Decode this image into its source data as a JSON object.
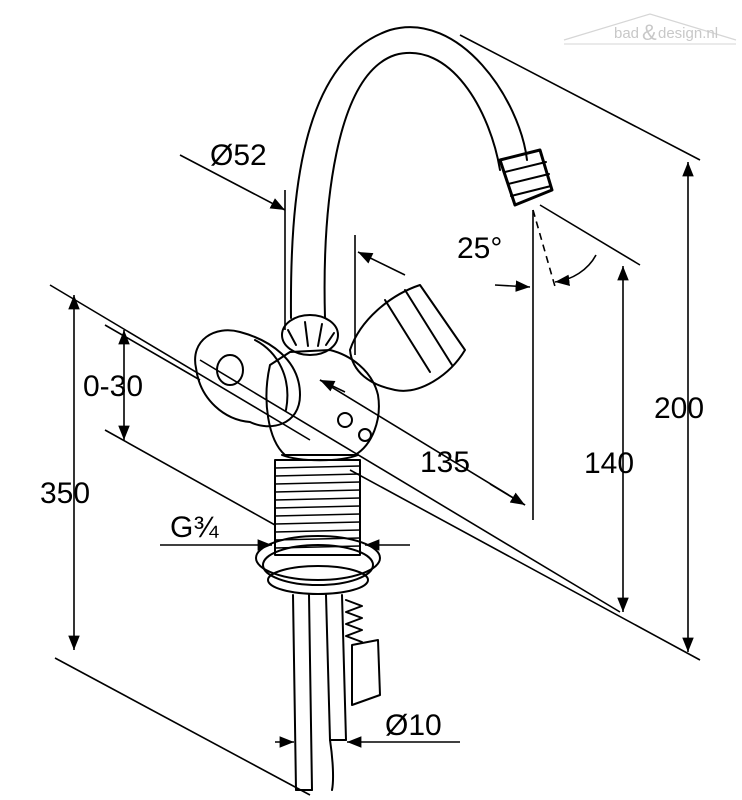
{
  "watermark": {
    "text_left": "bad",
    "text_right": "design.nl",
    "ampersand": "&"
  },
  "dimensions": {
    "dia_body": "Ø52",
    "angle": "25°",
    "range": "0-30",
    "reach": "135",
    "height_spout": "140",
    "height_total": "200",
    "height_base": "350",
    "thread": "G¾",
    "dia_pipe": "Ø10"
  },
  "colors": {
    "line": "#000000",
    "watermark": "#c8c8c8"
  }
}
